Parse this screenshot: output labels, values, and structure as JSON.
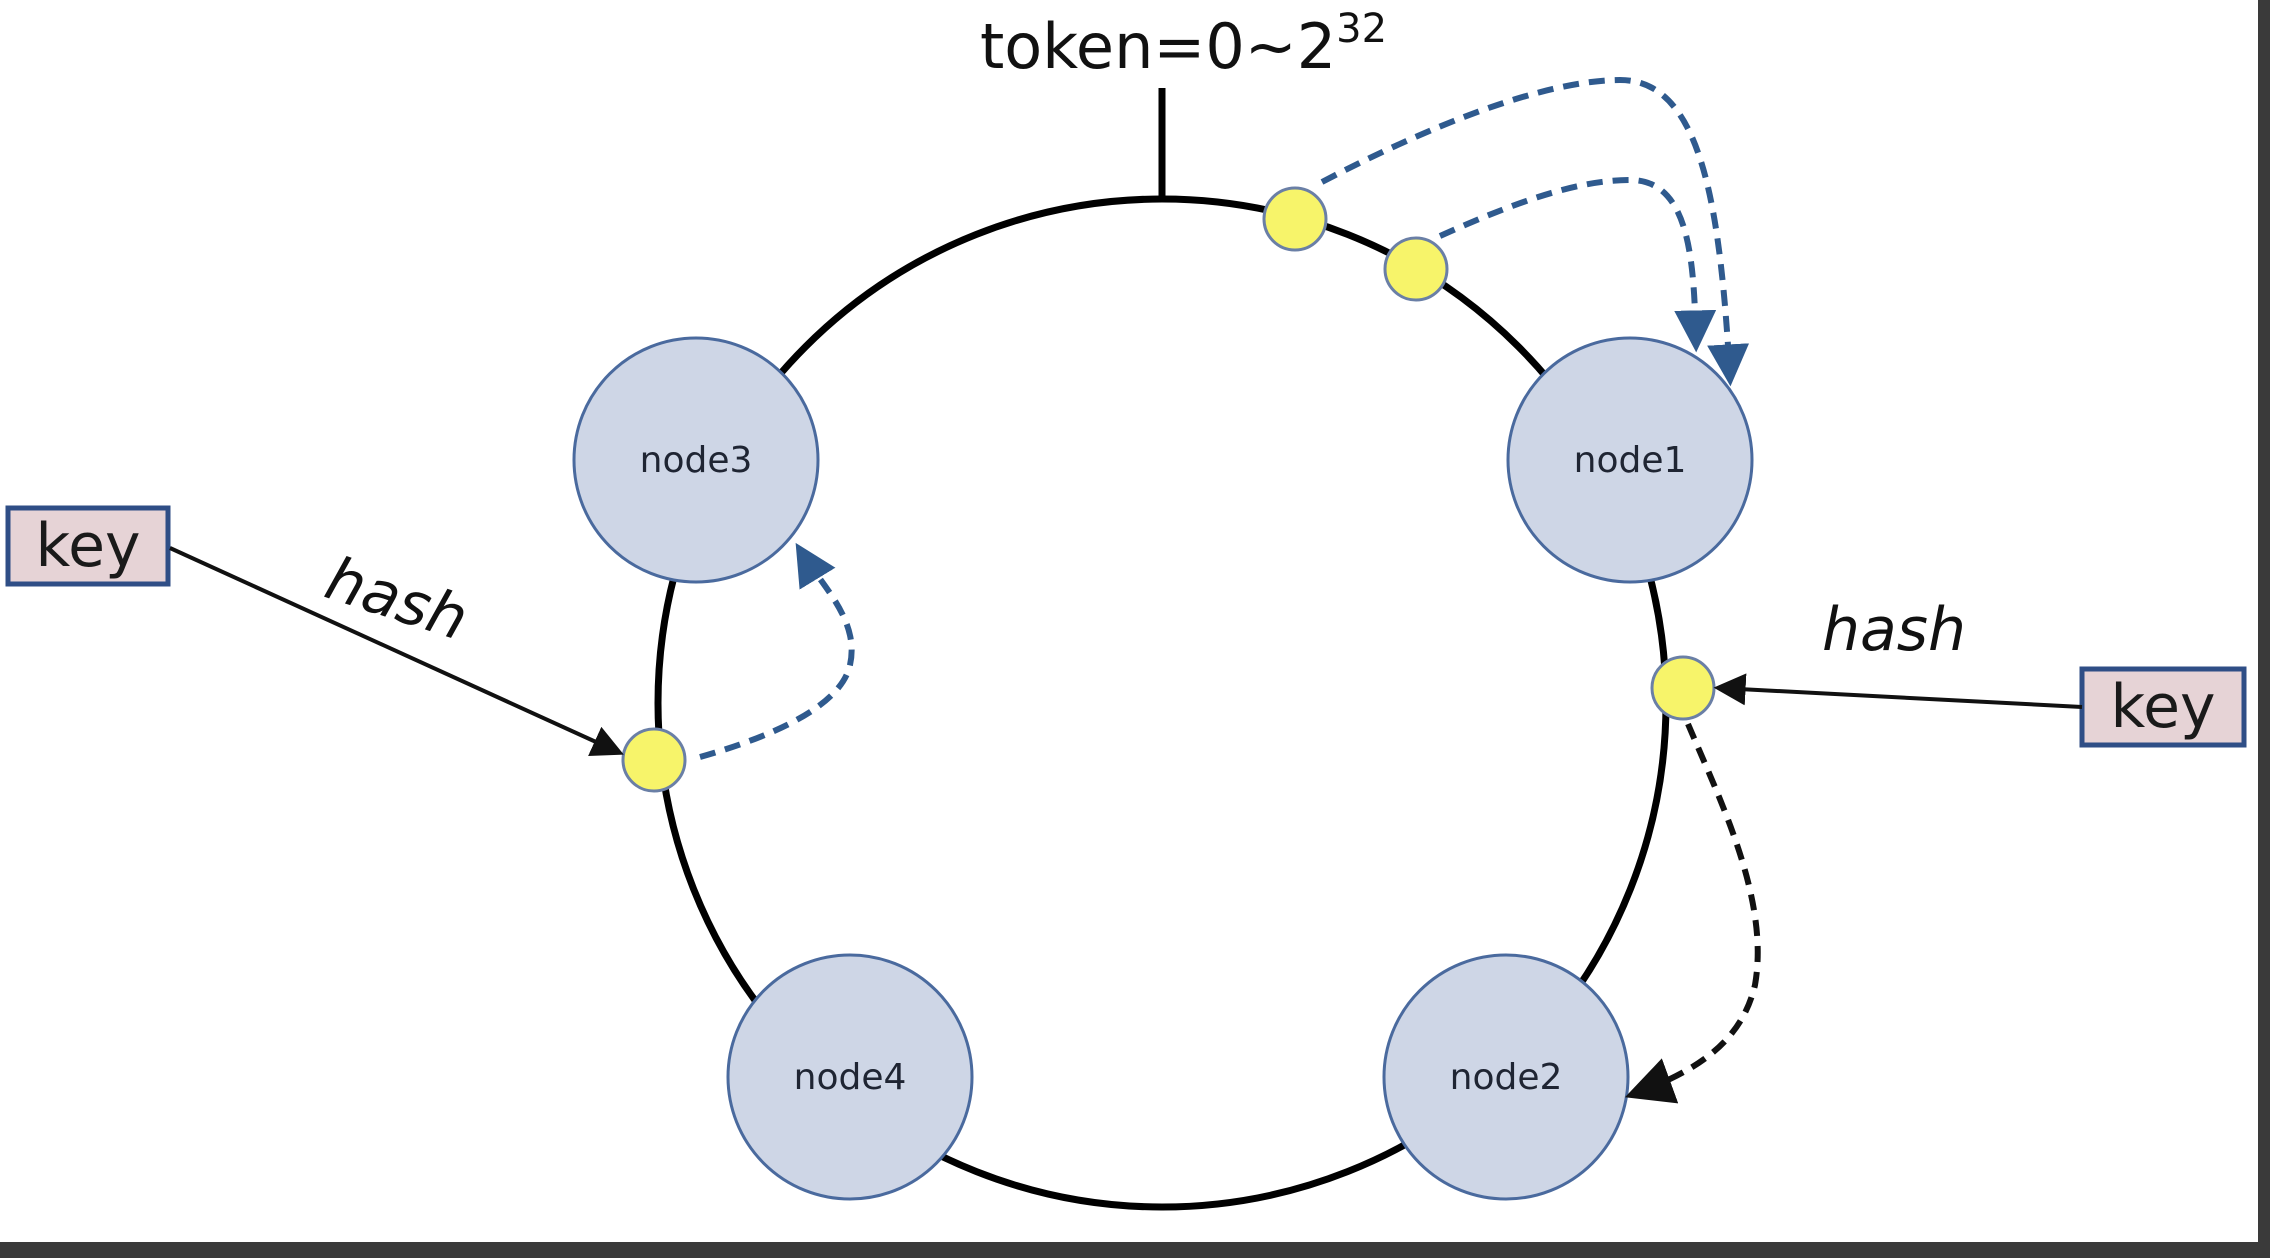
{
  "diagram": {
    "token_label": "token=0~2",
    "token_exponent": "32",
    "nodes": [
      "node1",
      "node2",
      "node3",
      "node4"
    ],
    "key_label": "key",
    "hash_label": "hash"
  },
  "colors": {
    "background_page": "#ffffff",
    "frame": "#3a3a3a",
    "ring": "#000000",
    "node_fill": "#ced6e6",
    "node_stroke": "#4a6a9e",
    "point_fill": "#f7f46a",
    "point_stroke": "#6a7fa6",
    "dashed_blue": "#2f5a8e",
    "dashed_black": "#111111",
    "key_fill": "#e6d3d6",
    "key_stroke": "#2f4e86"
  }
}
